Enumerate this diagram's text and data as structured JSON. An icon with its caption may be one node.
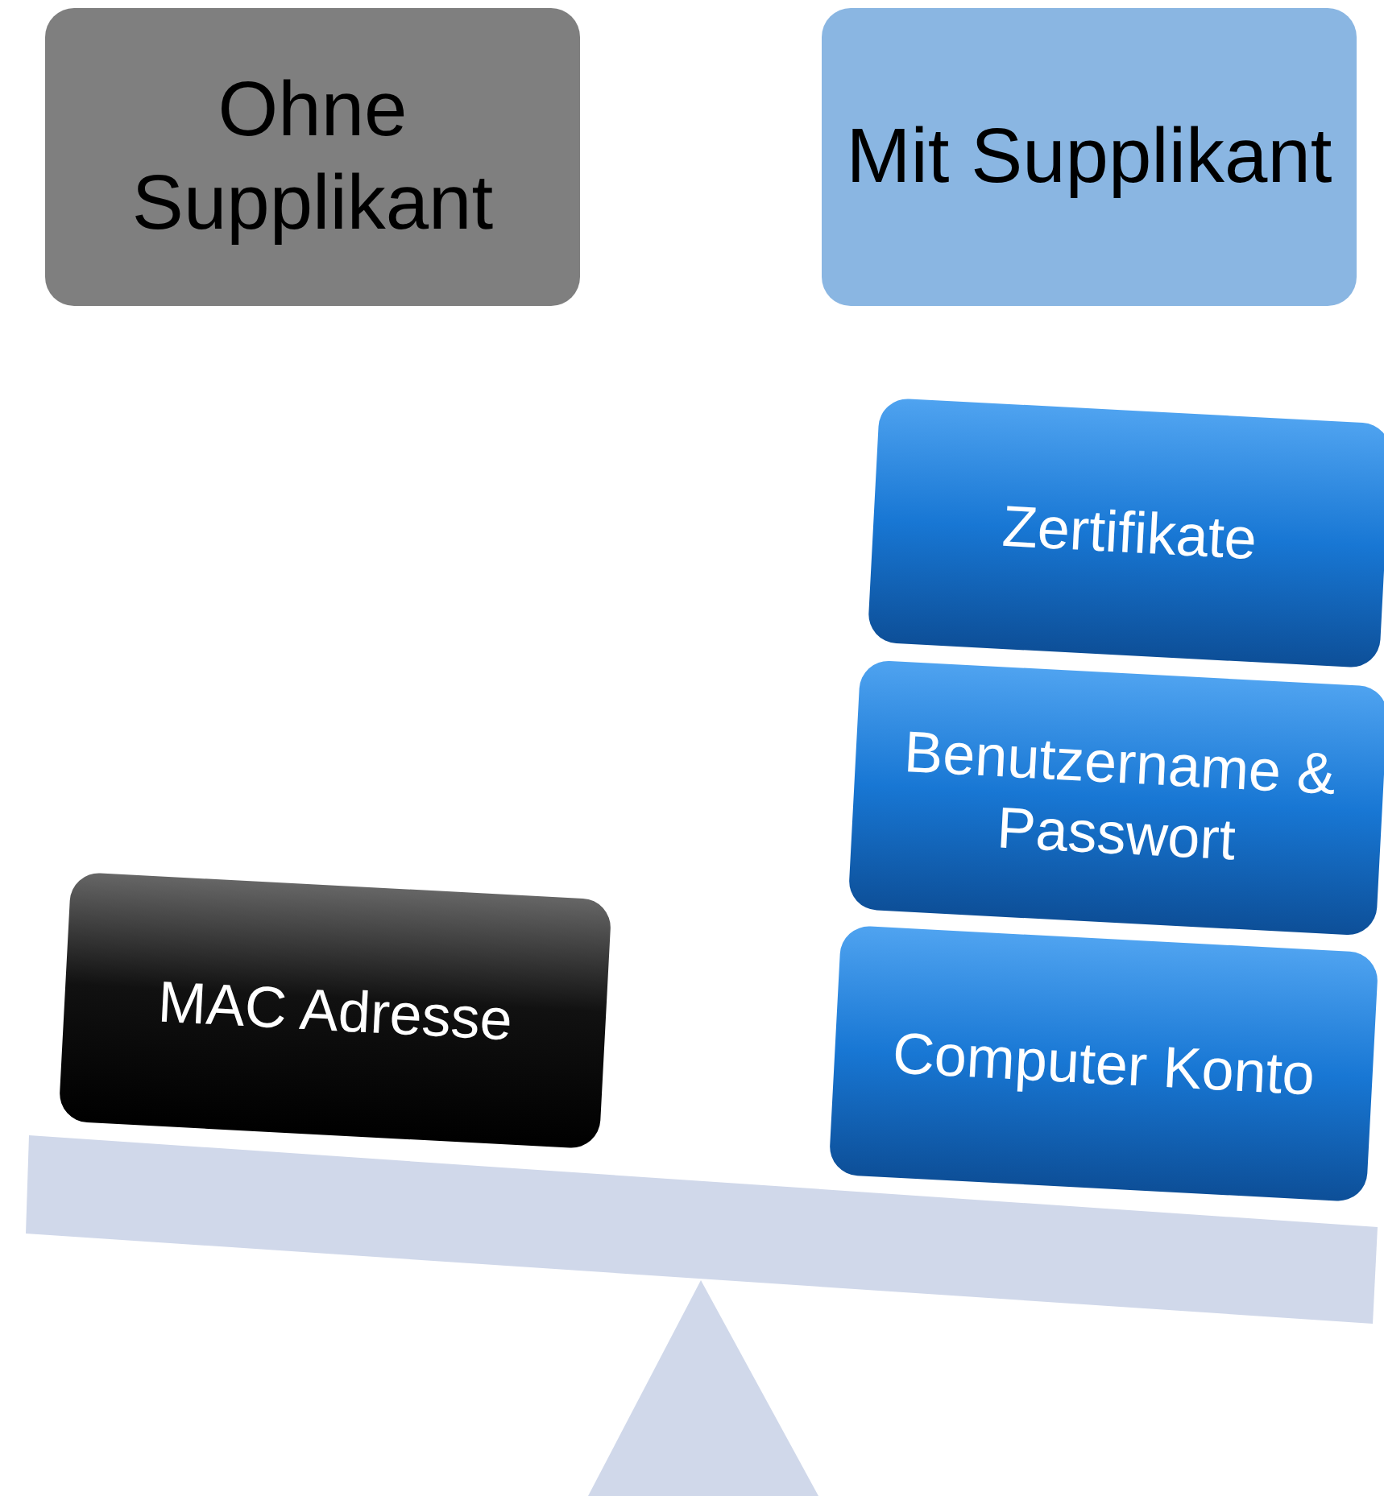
{
  "diagram": {
    "nodes": [
      {
        "text": [
          "Ohne Supplikant"
        ]
      },
      {
        "text": [
          "Mit Supplikant"
        ]
      },
      {
        "text": [
          "Zertifikate"
        ]
      },
      {
        "text": [
          "Benutzername & Passwort"
        ]
      },
      {
        "text": [
          "MAC Adresse"
        ]
      },
      {
        "text": [
          "Computer Konto"
        ]
      }
    ]
  }
}
